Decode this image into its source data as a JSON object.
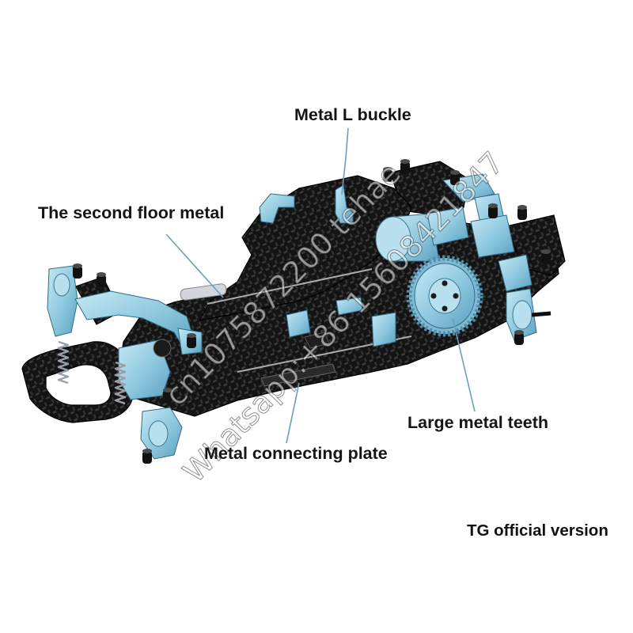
{
  "callouts": {
    "l_buckle": "Metal L buckle",
    "second_floor": "The second floor metal",
    "metal_teeth": "Large metal teeth",
    "connecting_plate": "Metal connecting plate"
  },
  "version_tag": "TG official version",
  "watermark": {
    "line1": "cn1075872200 tehae",
    "line2": "Whatsapp:+86 15608421847"
  },
  "colors": {
    "carbon": "#161616",
    "anodized_blue": "#8cc7de",
    "leader_line": "#6c9ec0",
    "background": "#ffffff"
  }
}
